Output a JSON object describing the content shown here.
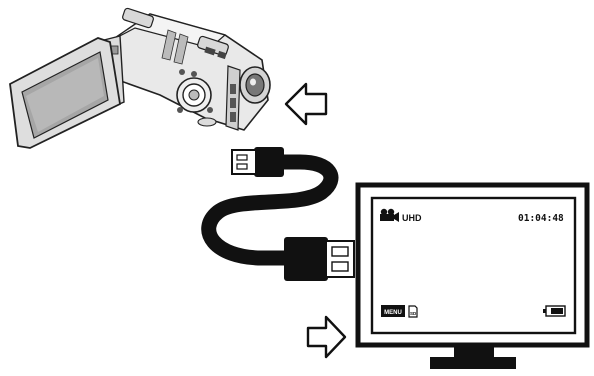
{
  "screen": {
    "resolution_label": "UHD",
    "timer": "01:04:48",
    "menu_label": "MENU",
    "sd_label": "SD"
  },
  "icons": {
    "camera": "movie-camera-icon",
    "battery": "battery-icon",
    "sd_card": "sd-card-icon",
    "arrow_to_camera": "left-arrow-icon",
    "arrow_to_tv": "right-arrow-icon"
  },
  "colors": {
    "ink": "#111111",
    "paper": "#ffffff",
    "camera_grey": "#9a9a9a"
  }
}
